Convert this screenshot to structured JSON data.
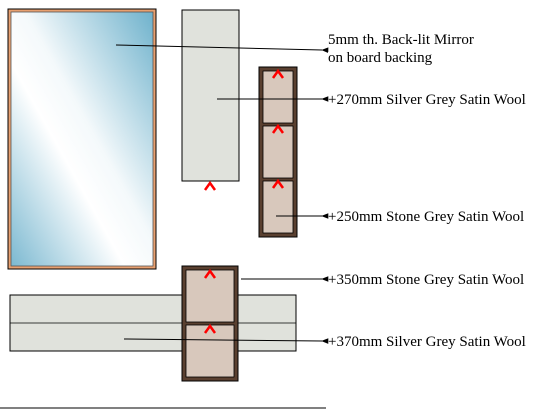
{
  "labels": {
    "mirror_line1": "5mm th. Back-lit Mirror",
    "mirror_line2": "on board backing",
    "panel_270": "+270mm Silver Grey Satin Wool",
    "panel_250": "+250mm Stone Grey Satin Wool",
    "panel_350": "+350mm Stone Grey Satin Wool",
    "panel_370": "+370mm Silver Grey Satin Wool"
  },
  "colors": {
    "mirror_frame": "#e8a070",
    "mirror_glass_edge": "#7fb8d0",
    "silver_grey_panel": "#e0e2dc",
    "stone_grey_panel": "#d8c8bc",
    "panel_frame": "#5a4030",
    "marker": "#ff0000"
  }
}
